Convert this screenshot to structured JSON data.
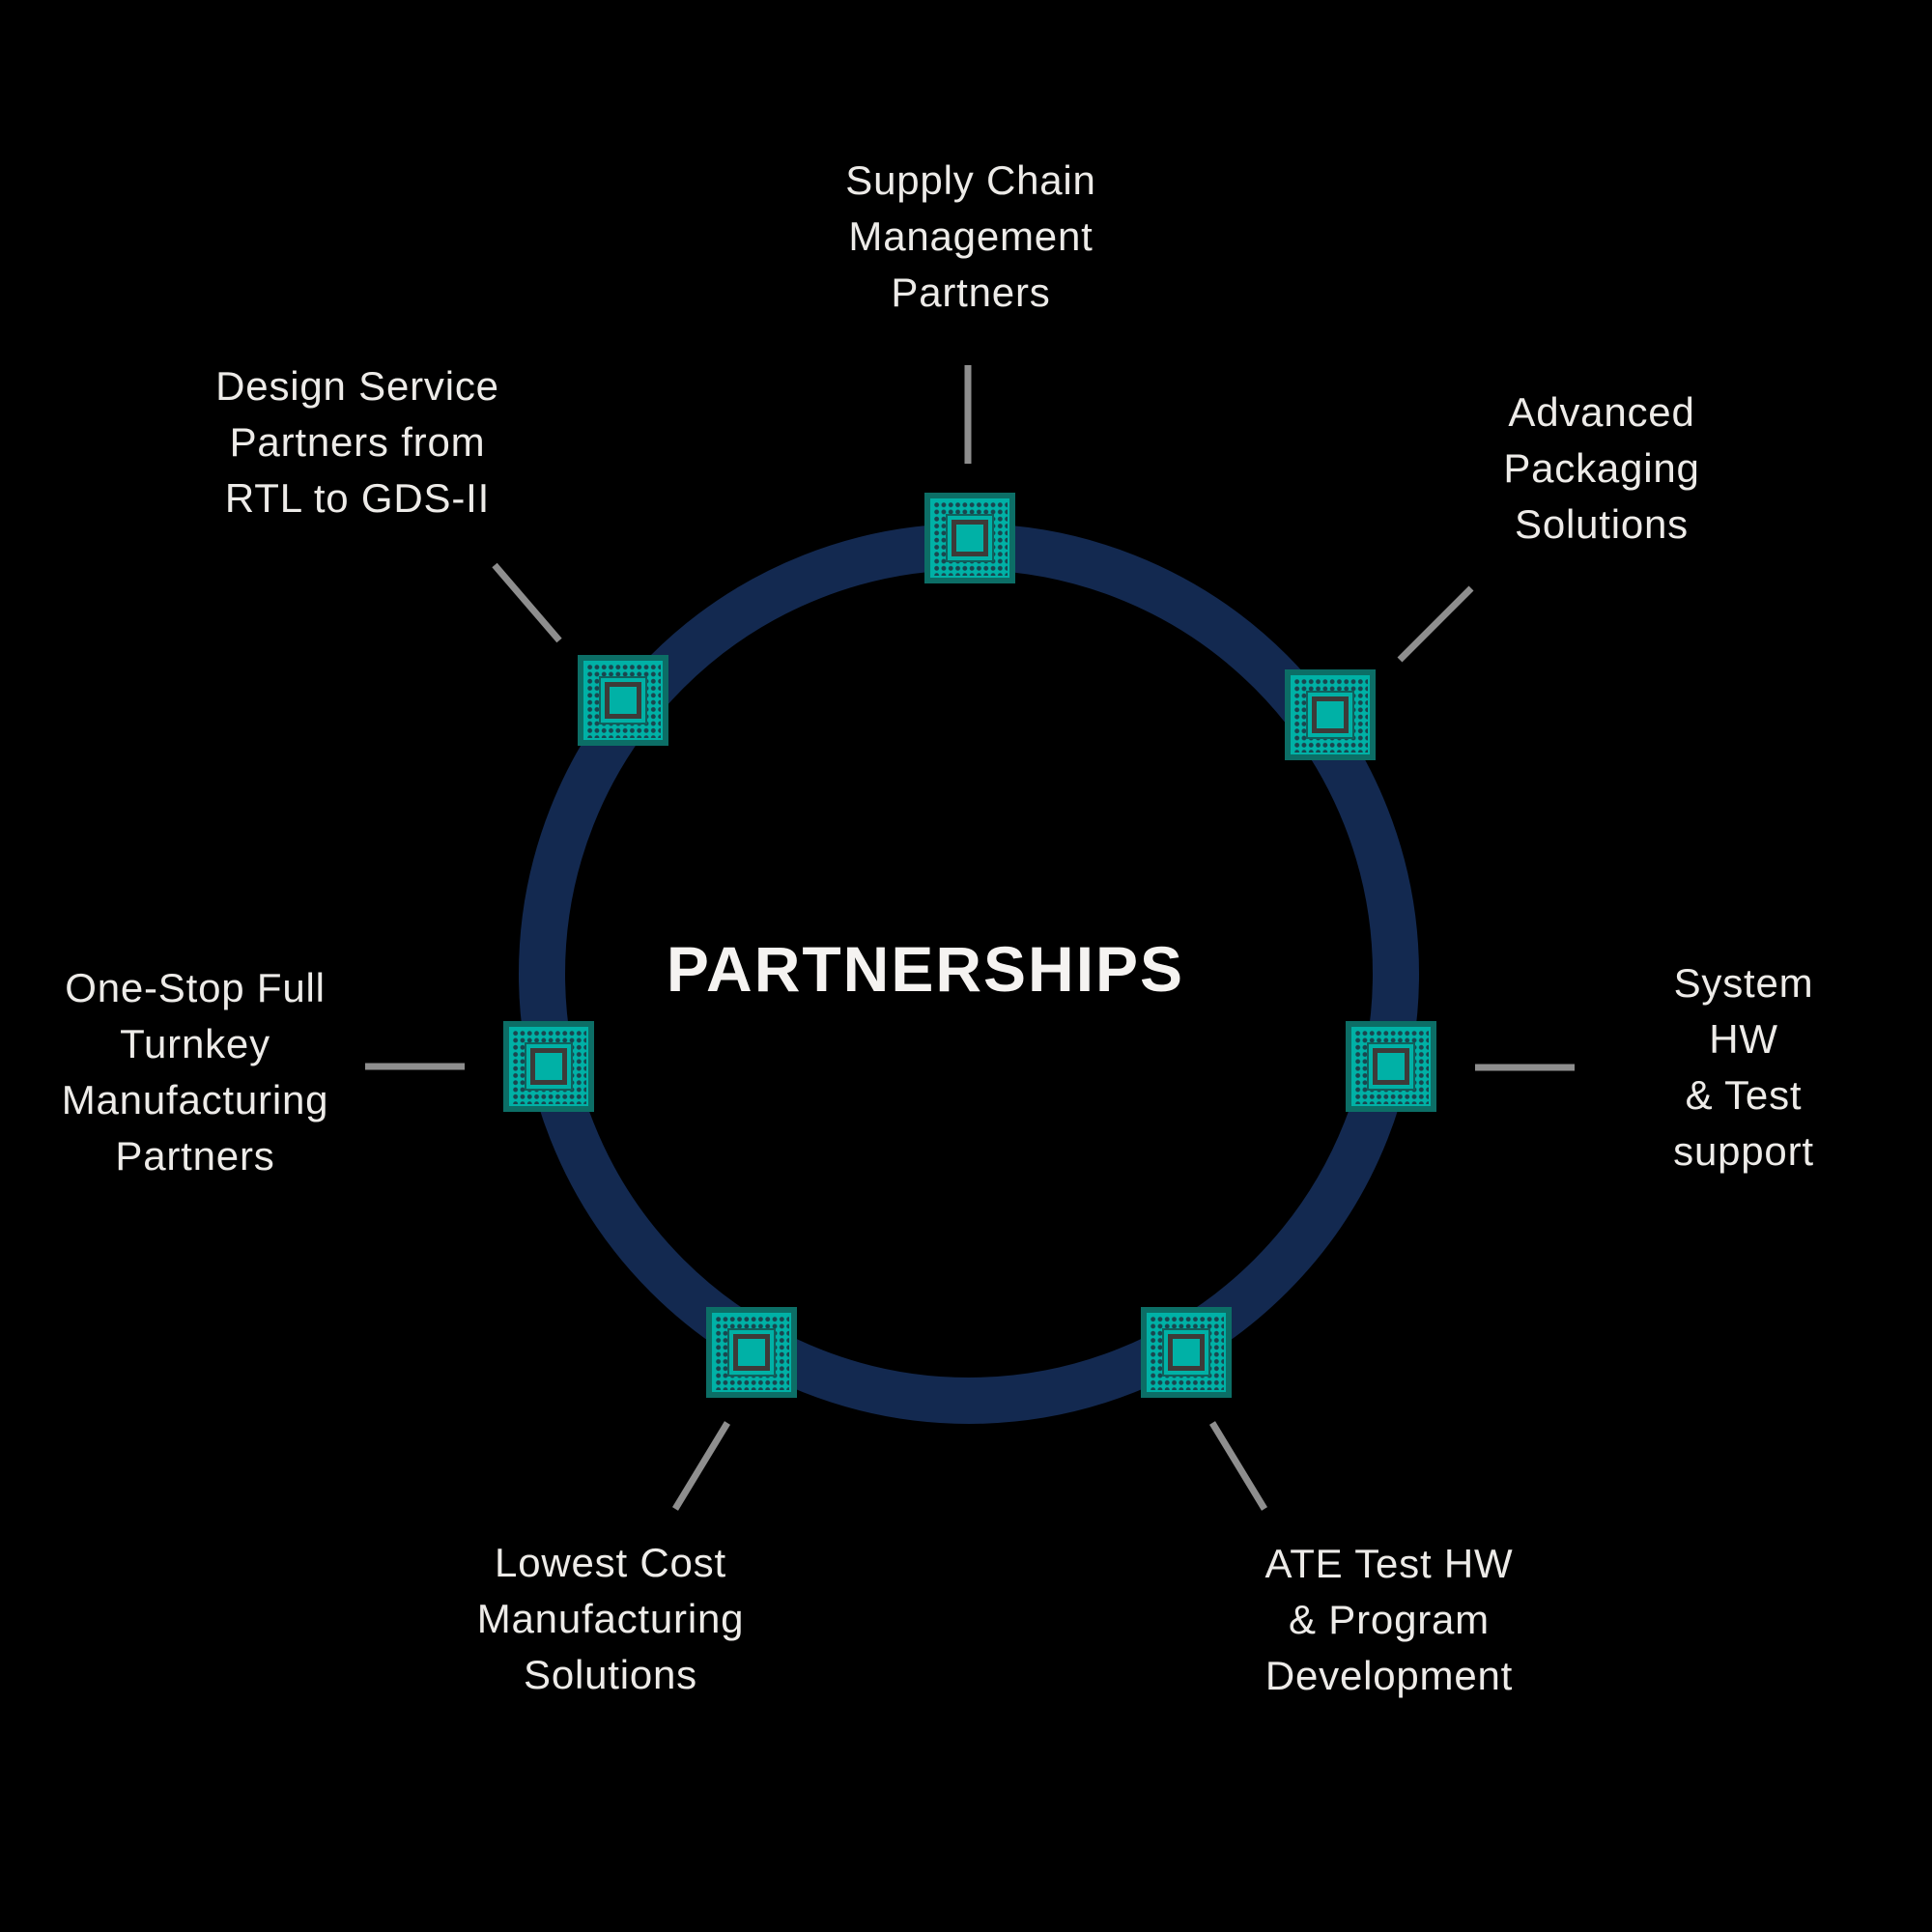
{
  "title": "PARTNERSHIPS",
  "nodes": [
    {
      "id": "supply-chain",
      "icon": "chip-icon",
      "label": "Supply Chain\nManagement\nPartners"
    },
    {
      "id": "advanced-packaging",
      "icon": "chip-icon",
      "label": "Advanced\nPackaging\nSolutions"
    },
    {
      "id": "system-hw",
      "icon": "chip-icon",
      "label": "System HW\n& Test support"
    },
    {
      "id": "ate-test",
      "icon": "chip-icon",
      "label": "ATE Test HW\n& Program\nDevelopment"
    },
    {
      "id": "lowest-cost",
      "icon": "chip-icon",
      "label": "Lowest Cost\nManufacturing\nSolutions"
    },
    {
      "id": "one-stop",
      "icon": "chip-icon",
      "label": "One-Stop Full\nTurnkey\nManufacturing\nPartners"
    },
    {
      "id": "design-service",
      "icon": "chip-icon",
      "label": "Design Service\nPartners from\nRTL to GDS-II"
    }
  ],
  "colors": {
    "background": "#000000",
    "ring": "#132950",
    "connector_line": "#8e8e8e",
    "label_text": "#edebe8",
    "title_text": "#f5f3f1",
    "chip_fill": "#00b1a6",
    "chip_border": "#0c6e66",
    "chip_dots": "#1a454e",
    "chip_core_border": "#3e3a38"
  }
}
